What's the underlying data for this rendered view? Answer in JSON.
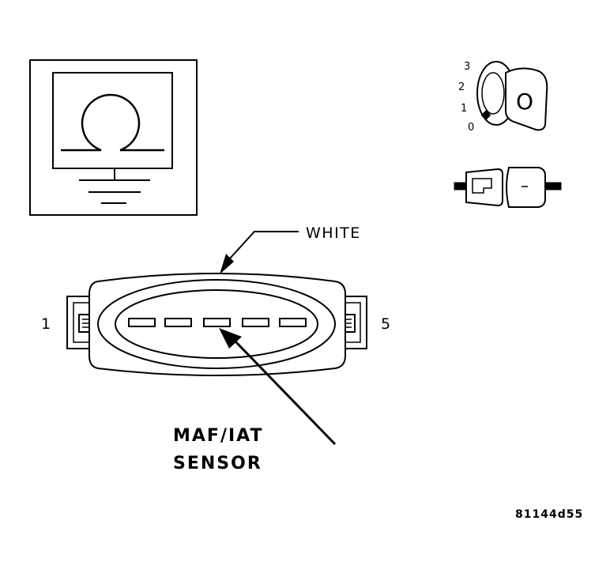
{
  "connector": {
    "wire_color": "WHITE",
    "left_pin": "1",
    "right_pin": "5",
    "name_line1": "MAF/IAT",
    "name_line2": "SENSOR"
  },
  "ignition": {
    "positions": [
      "3",
      "2",
      "1",
      "0"
    ],
    "key_mark": "O"
  },
  "figure_id": "81144d55",
  "icons": {
    "meter": "ohmmeter-ground-icon",
    "key": "ignition-key-off-icon",
    "plug": "disconnected-connector-icon"
  }
}
